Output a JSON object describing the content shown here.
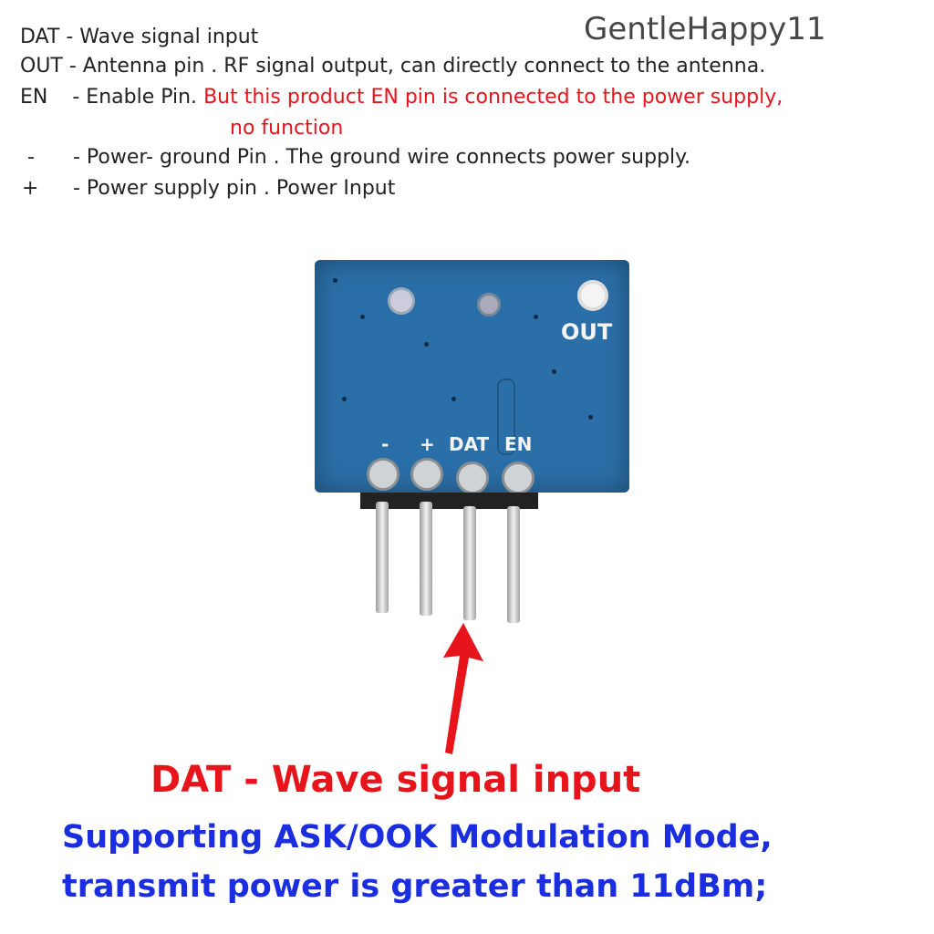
{
  "watermark": "GentleHappy11",
  "pin_descriptions": [
    {
      "pin": "DAT",
      "text": "DAT - Wave signal input"
    },
    {
      "pin": "OUT",
      "text": "OUT - Antenna pin . RF signal output, can directly connect to the antenna."
    },
    {
      "pin": "EN",
      "label": "EN",
      "desc": "- Enable Pin.",
      "note": "But this product EN pin is connected to the power supply,",
      "note2": "no function"
    },
    {
      "pin": "-",
      "label": "-",
      "desc": "- Power- ground Pin . The ground wire connects power supply."
    },
    {
      "pin": "+",
      "label": "+",
      "desc": "- Power supply pin . Power Input"
    }
  ],
  "board": {
    "out_label": "OUT",
    "pin_labels": [
      "-",
      "+",
      "DAT",
      "EN"
    ]
  },
  "caption": {
    "title": "DAT -  Wave signal input",
    "line1": "Supporting ASK/OOK Modulation Mode,",
    "line2": "transmit power is greater than 11dBm;"
  },
  "colors": {
    "red": "#e8141c",
    "blue": "#1a2ee0",
    "pcb": "#2b6fa8"
  }
}
